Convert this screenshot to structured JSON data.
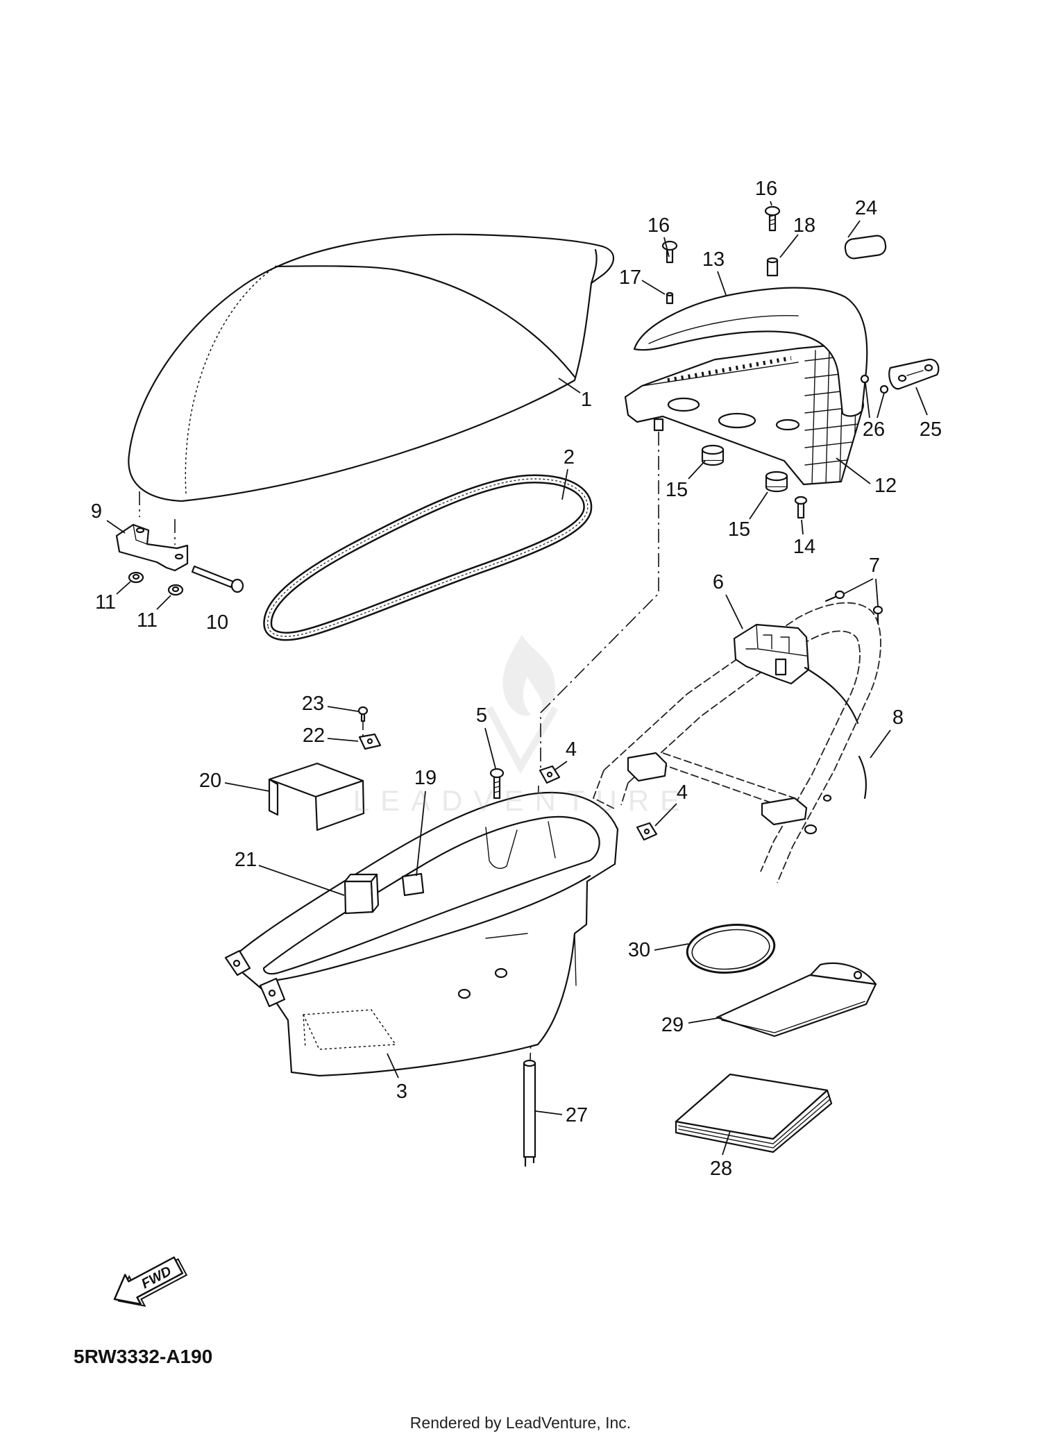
{
  "diagram": {
    "callouts": [
      "16",
      "16",
      "18",
      "24",
      "17",
      "13",
      "1",
      "2",
      "26",
      "25",
      "12",
      "15",
      "15",
      "14",
      "9",
      "11",
      "11",
      "10",
      "6",
      "7",
      "8",
      "23",
      "22",
      "5",
      "4",
      "4",
      "19",
      "20",
      "21",
      "30",
      "29",
      "3",
      "27",
      "28"
    ]
  },
  "fwd_arrow": {
    "label": "FWD",
    "icon": "fwd-arrow-icon"
  },
  "drawing_code": "5RW3332-A190",
  "watermark": {
    "text": "LEADVENTURE"
  },
  "footer": {
    "text": "Rendered by LeadVenture, Inc."
  },
  "colors": {
    "line": "#111111",
    "background": "#ffffff",
    "watermark": "#9a9a9a"
  }
}
